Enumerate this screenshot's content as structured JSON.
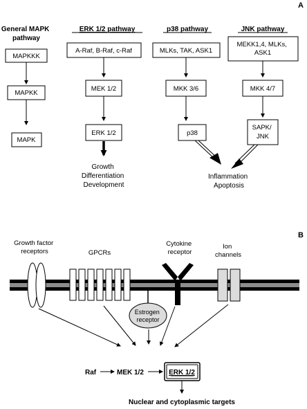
{
  "panels": {
    "a": "A",
    "b": "B"
  },
  "panel_a": {
    "general": {
      "title_lines": [
        "General MAPK",
        "pathway"
      ],
      "boxes": [
        "MAPKKK",
        "MAPKK",
        "MAPK"
      ]
    },
    "erk": {
      "title": "ERK 1/2 pathway",
      "boxes": [
        "A-Raf, B-Raf, c-Raf",
        "MEK 1/2",
        "ERK 1/2"
      ],
      "outcome_lines": [
        "Growth",
        "Differentiation",
        "Development"
      ]
    },
    "p38": {
      "title": "p38 pathway",
      "boxes": [
        "MLKs, TAK, ASK1",
        "MKK 3/6",
        "p38"
      ]
    },
    "jnk": {
      "title": "JNK pathway",
      "box1_lines": [
        "MEKK1,4, MLKs,",
        "ASK1"
      ],
      "box2": "MKK 4/7",
      "box3_lines": [
        "SAPK/",
        "JNK"
      ]
    },
    "shared_outcome_lines": [
      "Inflammation",
      "Apoptosis"
    ]
  },
  "panel_b": {
    "receptors": {
      "growth_factor_lines": [
        "Growth factor",
        "receptors"
      ],
      "gpcrs": "GPCRs",
      "cytokine_lines": [
        "Cytokine",
        "receptor"
      ],
      "ion_lines": [
        "Ion",
        "channels"
      ],
      "estrogen_lines": [
        "Estrogen",
        "receptor"
      ]
    },
    "cascade": {
      "raf": "Raf",
      "mek": "MEK 1/2",
      "erk": "ERK 1/2"
    },
    "targets": "Nuclear and cytoplasmic targets"
  },
  "colors": {
    "line": "#000000",
    "membrane_gray": "#8c8c8c",
    "light_gray": "#dcdcdc",
    "cytokine_black": "#000000"
  }
}
